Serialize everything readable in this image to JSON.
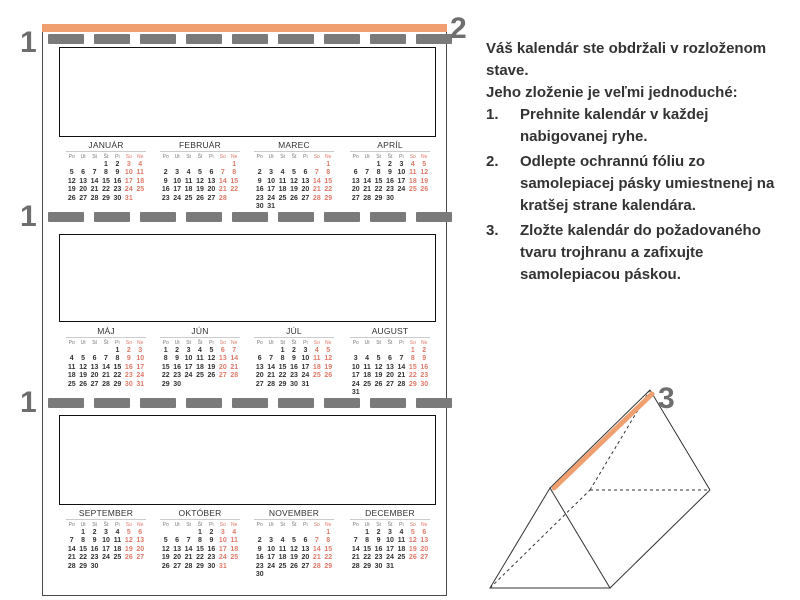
{
  "labels": {
    "fold_number": "1",
    "top_number": "2",
    "prism_number": "3"
  },
  "instructions": {
    "intro": "Váš kalendár ste obdržali v rozloženom stave.",
    "lead": "Jeho zloženie je veľmi jednoduché:",
    "steps": [
      {
        "num": "1.",
        "text": "Prehnite kalendár v každej nabigovanej ryhe."
      },
      {
        "num": "2.",
        "text": "Odlepte ochrannú fóliu zo samolepiacej pásky umiestnenej na kratšej strane kalendára."
      },
      {
        "num": "3.",
        "text": "Zložte kalendár do požadovaného tvaru trojhranu a zafixujte samolepiacou páskou."
      }
    ]
  },
  "weekdays": [
    "Po",
    "Ut",
    "St",
    "Št",
    "Pi",
    "So",
    "Ne"
  ],
  "months": [
    {
      "name": "JANUÁR",
      "weeks": [
        [
          "",
          "",
          "",
          "1",
          "2",
          "3",
          "4"
        ],
        [
          "5",
          "6",
          "7",
          "8",
          "9",
          "10",
          "11"
        ],
        [
          "12",
          "13",
          "14",
          "15",
          "16",
          "17",
          "18"
        ],
        [
          "19",
          "20",
          "21",
          "22",
          "23",
          "24",
          "25"
        ],
        [
          "26",
          "27",
          "28",
          "29",
          "30",
          "31",
          ""
        ]
      ]
    },
    {
      "name": "FEBRUÁR",
      "weeks": [
        [
          "",
          "",
          "",
          "",
          "",
          "",
          "1"
        ],
        [
          "2",
          "3",
          "4",
          "5",
          "6",
          "7",
          "8"
        ],
        [
          "9",
          "10",
          "11",
          "12",
          "13",
          "14",
          "15"
        ],
        [
          "16",
          "17",
          "18",
          "19",
          "20",
          "21",
          "22"
        ],
        [
          "23",
          "24",
          "25",
          "26",
          "27",
          "28",
          ""
        ]
      ]
    },
    {
      "name": "MAREC",
      "weeks": [
        [
          "",
          "",
          "",
          "",
          "",
          "",
          "1"
        ],
        [
          "2",
          "3",
          "4",
          "5",
          "6",
          "7",
          "8"
        ],
        [
          "9",
          "10",
          "11",
          "12",
          "13",
          "14",
          "15"
        ],
        [
          "16",
          "17",
          "18",
          "19",
          "20",
          "21",
          "22"
        ],
        [
          "23",
          "24",
          "25",
          "26",
          "27",
          "28",
          "29"
        ],
        [
          "30",
          "31",
          "",
          "",
          "",
          "",
          ""
        ]
      ]
    },
    {
      "name": "APRÍL",
      "weeks": [
        [
          "",
          "",
          "1",
          "2",
          "3",
          "4",
          "5"
        ],
        [
          "6",
          "7",
          "8",
          "9",
          "10",
          "11",
          "12"
        ],
        [
          "13",
          "14",
          "15",
          "16",
          "17",
          "18",
          "19"
        ],
        [
          "20",
          "21",
          "22",
          "23",
          "24",
          "25",
          "26"
        ],
        [
          "27",
          "28",
          "29",
          "30",
          "",
          "",
          ""
        ]
      ]
    },
    {
      "name": "MÁJ",
      "weeks": [
        [
          "",
          "",
          "",
          "",
          "1",
          "2",
          "3"
        ],
        [
          "4",
          "5",
          "6",
          "7",
          "8",
          "9",
          "10"
        ],
        [
          "11",
          "12",
          "13",
          "14",
          "15",
          "16",
          "17"
        ],
        [
          "18",
          "19",
          "20",
          "21",
          "22",
          "23",
          "24"
        ],
        [
          "25",
          "26",
          "27",
          "28",
          "29",
          "30",
          "31"
        ]
      ]
    },
    {
      "name": "JÚN",
      "weeks": [
        [
          "1",
          "2",
          "3",
          "4",
          "5",
          "6",
          "7"
        ],
        [
          "8",
          "9",
          "10",
          "11",
          "12",
          "13",
          "14"
        ],
        [
          "15",
          "16",
          "17",
          "18",
          "19",
          "20",
          "21"
        ],
        [
          "22",
          "23",
          "24",
          "25",
          "26",
          "27",
          "28"
        ],
        [
          "29",
          "30",
          "",
          "",
          "",
          "",
          ""
        ]
      ]
    },
    {
      "name": "JÚL",
      "weeks": [
        [
          "",
          "",
          "1",
          "2",
          "3",
          "4",
          "5"
        ],
        [
          "6",
          "7",
          "8",
          "9",
          "10",
          "11",
          "12"
        ],
        [
          "13",
          "14",
          "15",
          "16",
          "17",
          "18",
          "19"
        ],
        [
          "20",
          "21",
          "22",
          "23",
          "24",
          "25",
          "26"
        ],
        [
          "27",
          "28",
          "29",
          "30",
          "31",
          "",
          ""
        ]
      ]
    },
    {
      "name": "AUGUST",
      "weeks": [
        [
          "",
          "",
          "",
          "",
          "",
          "1",
          "2"
        ],
        [
          "3",
          "4",
          "5",
          "6",
          "7",
          "8",
          "9"
        ],
        [
          "10",
          "11",
          "12",
          "13",
          "14",
          "15",
          "16"
        ],
        [
          "17",
          "18",
          "19",
          "20",
          "21",
          "22",
          "23"
        ],
        [
          "24",
          "25",
          "26",
          "27",
          "28",
          "29",
          "30"
        ],
        [
          "31",
          "",
          "",
          "",
          "",
          "",
          ""
        ]
      ]
    },
    {
      "name": "SEPTEMBER",
      "weeks": [
        [
          "",
          "1",
          "2",
          "3",
          "4",
          "5",
          "6"
        ],
        [
          "7",
          "8",
          "9",
          "10",
          "11",
          "12",
          "13"
        ],
        [
          "14",
          "15",
          "16",
          "17",
          "18",
          "19",
          "20"
        ],
        [
          "21",
          "22",
          "23",
          "24",
          "25",
          "26",
          "27"
        ],
        [
          "28",
          "29",
          "30",
          "",
          "",
          "",
          ""
        ]
      ]
    },
    {
      "name": "OKTÓBER",
      "weeks": [
        [
          "",
          "",
          "",
          "1",
          "2",
          "3",
          "4"
        ],
        [
          "5",
          "6",
          "7",
          "8",
          "9",
          "10",
          "11"
        ],
        [
          "12",
          "13",
          "14",
          "15",
          "16",
          "17",
          "18"
        ],
        [
          "19",
          "20",
          "21",
          "22",
          "23",
          "24",
          "25"
        ],
        [
          "26",
          "27",
          "28",
          "29",
          "30",
          "31",
          ""
        ]
      ]
    },
    {
      "name": "NOVEMBER",
      "weeks": [
        [
          "",
          "",
          "",
          "",
          "",
          "",
          "1"
        ],
        [
          "2",
          "3",
          "4",
          "5",
          "6",
          "7",
          "8"
        ],
        [
          "9",
          "10",
          "11",
          "12",
          "13",
          "14",
          "15"
        ],
        [
          "16",
          "17",
          "18",
          "19",
          "20",
          "21",
          "22"
        ],
        [
          "23",
          "24",
          "25",
          "26",
          "27",
          "28",
          "29"
        ],
        [
          "30",
          "",
          "",
          "",
          "",
          "",
          ""
        ]
      ]
    },
    {
      "name": "DECEMBER",
      "weeks": [
        [
          "",
          "1",
          "2",
          "3",
          "4",
          "5",
          "6"
        ],
        [
          "7",
          "8",
          "9",
          "10",
          "11",
          "12",
          "13"
        ],
        [
          "14",
          "15",
          "16",
          "17",
          "18",
          "19",
          "20"
        ],
        [
          "21",
          "22",
          "23",
          "24",
          "25",
          "26",
          "27"
        ],
        [
          "28",
          "29",
          "30",
          "31",
          "",
          "",
          ""
        ]
      ]
    }
  ],
  "colors": {
    "tape": "#f0a070",
    "weekend": "#e07a6a",
    "fold": "#7a7a7a"
  }
}
